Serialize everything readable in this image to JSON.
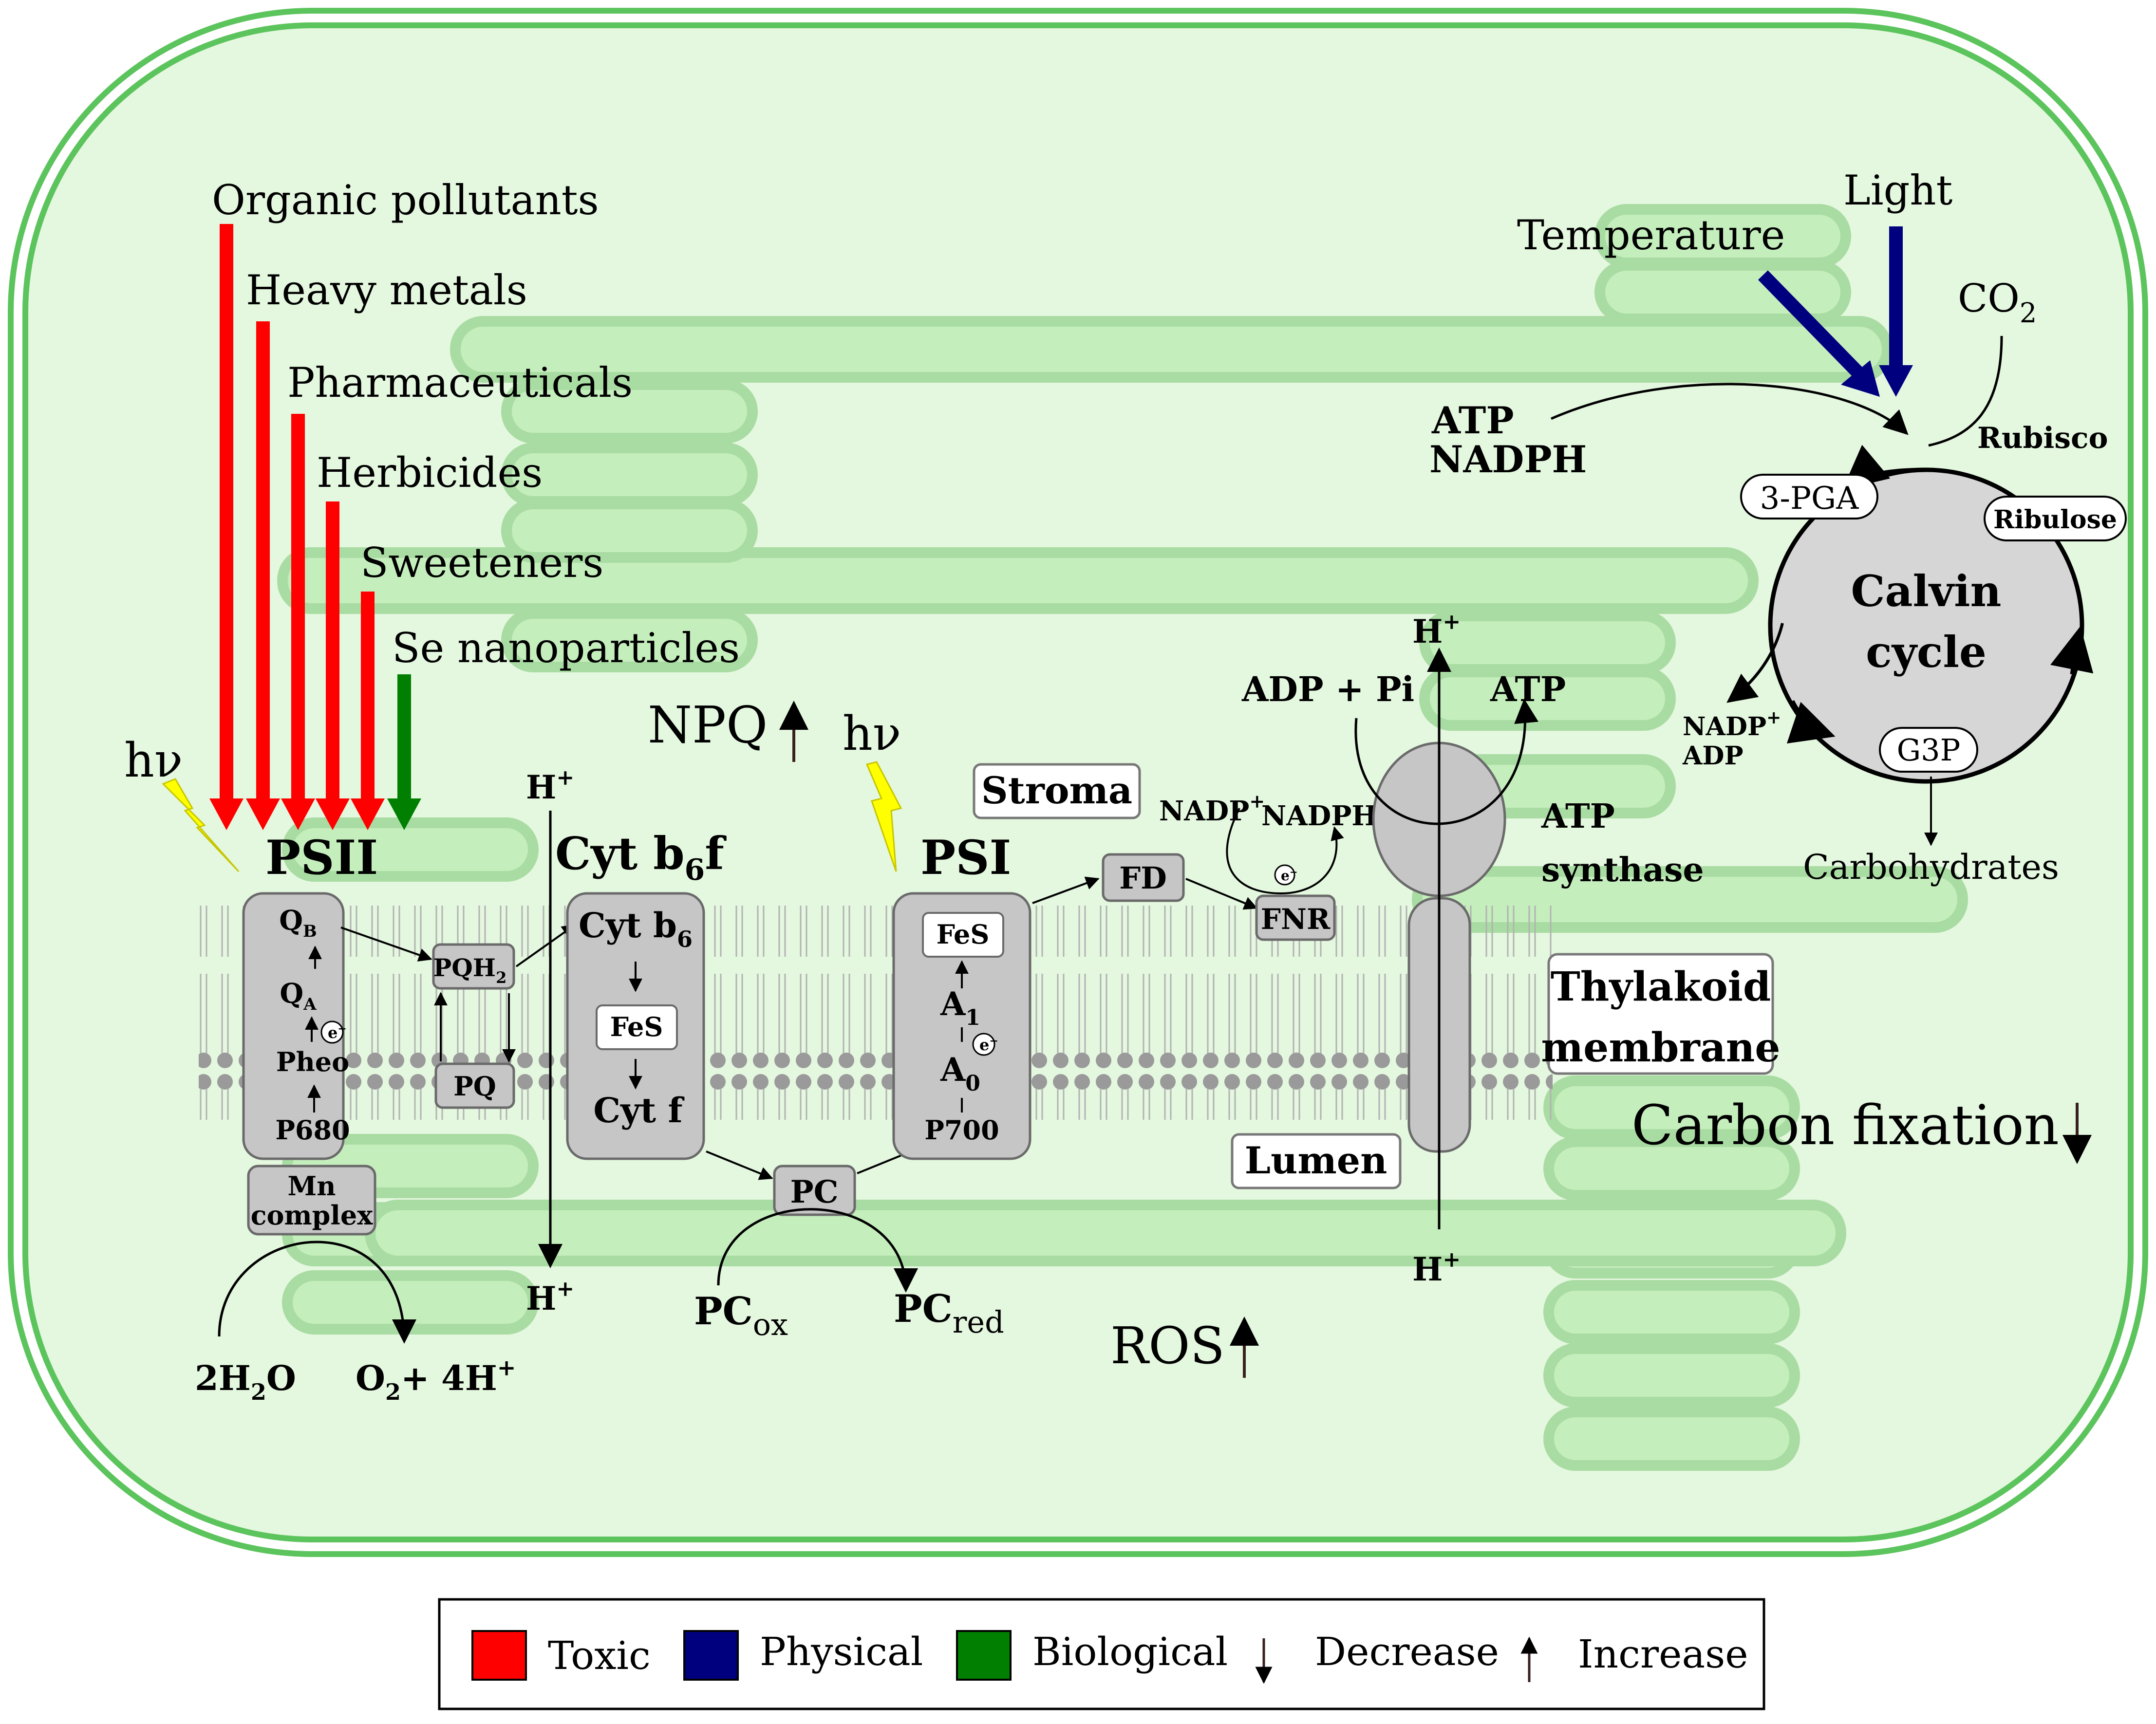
{
  "colors": {
    "cell_fill": "#e4f7df",
    "cell_stroke": "#5cc45c",
    "stack_fill": "#c5eebd",
    "stack_stroke": "#a9dca2",
    "protein_fill": "#c6c6c6",
    "protein_stroke": "#6a6a6a",
    "toxic": "#ff0000",
    "physical": "#00007f",
    "biological": "#007f00",
    "trend_arrow": "#3a1f1f",
    "lightning": "#ffff00"
  },
  "factors": {
    "organic_pollutants": "Organic pollutants",
    "heavy_metals": "Heavy metals",
    "pharmaceuticals": "Pharmaceuticals",
    "herbicides": "Herbicides",
    "sweeteners": "Sweeteners",
    "se_nanoparticles": "Se nanoparticles",
    "temperature": "Temperature",
    "light": "Light"
  },
  "light_symbol": "hν",
  "complexes": {
    "psii": "PSII",
    "cyt_title_main": "Cyt b",
    "cyt_title_sub": "6",
    "cyt_title_end": "f",
    "psi": "PSI",
    "atp_synthase_1": "ATP",
    "atp_synthase_2": "synthase",
    "mn_complex_1": "Mn",
    "mn_complex_2": "complex"
  },
  "psii_chain": {
    "qb": "Q",
    "qb_sub": "B",
    "qa": "Q",
    "qa_sub": "A",
    "pheo": "Pheo",
    "p680": "P680",
    "electron": "e",
    "electron_sup": "−"
  },
  "pq": {
    "pqh2": "PQH",
    "pqh2_sub": "2",
    "pq": "PQ"
  },
  "cyt": {
    "b6": "Cyt b",
    "b6_sub": "6",
    "fes": "FeS",
    "f": "Cyt f"
  },
  "psi_chain": {
    "fes": "FeS",
    "a1": "A",
    "a1_sub": "1",
    "a0": "A",
    "a0_sub": "0",
    "p700": "P700"
  },
  "carriers": {
    "pc": "PC",
    "pc_ox": "PC",
    "pc_ox_sub": "ox",
    "pc_red": "PC",
    "pc_red_sub": "red",
    "fd": "FD",
    "fnr": "FNR",
    "nadp": "NADP",
    "nadp_sup": "+",
    "nadph": "NADPH"
  },
  "protons": {
    "h": "H",
    "plus": "+"
  },
  "water": {
    "h2o_pre": "2H",
    "h2o_sub": "2",
    "h2o_post": "O",
    "o2_pre": "O",
    "o2_sub": "2",
    "o2_post": "+ 4H",
    "o2_sup": "+"
  },
  "atp": {
    "adp_pi": "ADP + Pi",
    "atp": "ATP"
  },
  "compartments": {
    "stroma": "Stroma",
    "lumen": "Lumen",
    "thylakoid_1": "Thylakoid",
    "thylakoid_2": "membrane"
  },
  "indicators": {
    "npq": "NPQ",
    "ros": "ROS",
    "carbon_fixation": "Carbon fixation"
  },
  "calvin": {
    "title_1": "Calvin",
    "title_2": "cycle",
    "pga": "3-PGA",
    "ribulose": "Ribulose",
    "g3p": "G3P",
    "rubisco": "Rubisco",
    "co2_pre": "CO",
    "co2_sub": "2",
    "atp_in": "ATP",
    "nadph_in": "NADPH",
    "nadp_out": "NADP",
    "nadp_out_sup": "+",
    "adp_out": "ADP",
    "carbohydrates": "Carbohydrates"
  },
  "legend": {
    "toxic": "Toxic",
    "physical": "Physical",
    "biological": "Biological",
    "decrease": "Decrease",
    "increase": "Increase"
  }
}
